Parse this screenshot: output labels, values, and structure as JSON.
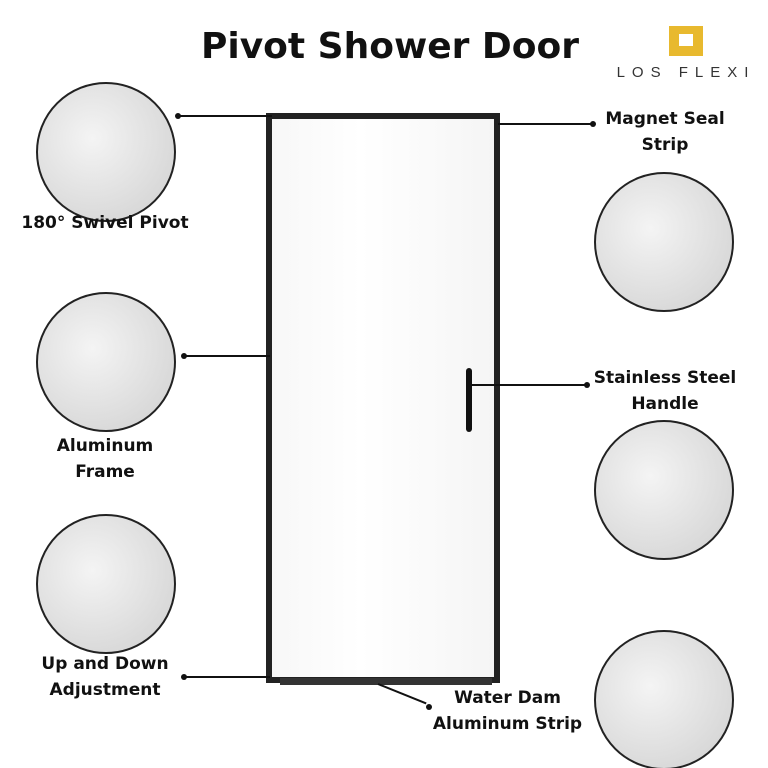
{
  "title": "Pivot Shower Door",
  "brand": {
    "name": "LOS FLEXI"
  },
  "callouts": {
    "pivot": "180° Swivel Pivot",
    "frame": "Aluminum Frame",
    "adjust": "Up and Down Adjustment",
    "magnet": "Magnet Seal Strip",
    "handle": "Stainless Steel Handle",
    "dam": "Water Dam Aluminum Strip"
  }
}
